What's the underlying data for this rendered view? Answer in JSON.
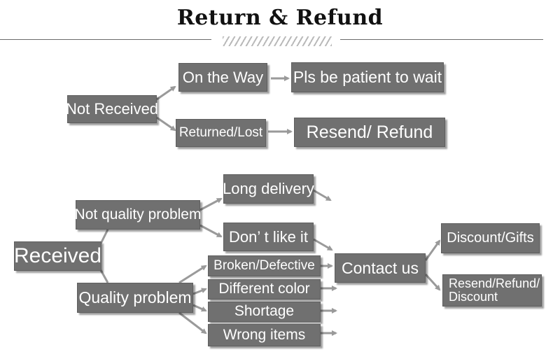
{
  "title": "Return & Refund",
  "nodes": {
    "not_received": "Not Received",
    "on_the_way": "On the Way",
    "be_patient": "Pls be patient to wait",
    "returned_lost": "Returned/Lost",
    "resend_refund": "Resend/ Refund",
    "received": "Received",
    "not_quality_problem": "Not quality problem",
    "long_delivery": "Long delivery",
    "dont_like_it": "Don’ t like it",
    "quality_problem": "Quality problem",
    "broken_defective": "Broken/Defective",
    "different_color": "Different color",
    "shortage": "Shortage",
    "wrong_items": "Wrong items",
    "contact_us": "Contact us",
    "discount_gifts": "Discount/Gifts",
    "resend_refund_discount_1": "Resend/Refund/",
    "resend_refund_discount_2": "Discount"
  },
  "colors": {
    "box_fill": "#707070",
    "box_text": "#ffffff",
    "arrow": "#9a9a9a",
    "title": "#111111"
  }
}
